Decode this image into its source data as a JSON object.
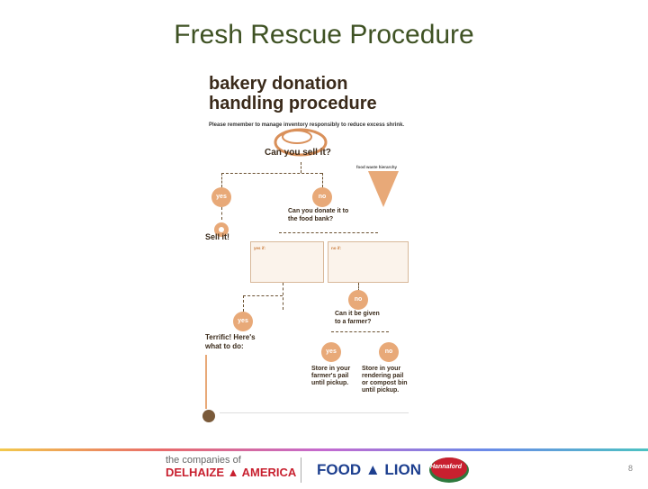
{
  "slide": {
    "title": "Fresh Rescue Procedure",
    "page_number": "8"
  },
  "poster": {
    "heading_line1": "bakery donation",
    "heading_line2": "handling procedure",
    "subheading": "Please remember to manage inventory responsibly to reduce excess shrink.",
    "question1": "Can you sell it?",
    "yes1": "yes",
    "no1": "no",
    "sell_it": "Sell it!",
    "question2_line1": "Can you donate it to",
    "question2_line2": "the food bank?",
    "yes_if": "yes if:",
    "no_if": "no if:",
    "no2": "no",
    "question3_line1": "Can it be given",
    "question3_line2": "to a farmer?",
    "yes2": "yes",
    "terrific_line1": "Terrific! Here's",
    "terrific_line2": "what to do:",
    "yes3": "yes",
    "no3": "no",
    "store_farmer_line1": "Store in your",
    "store_farmer_line2": "farmer's pail",
    "store_farmer_line3": "until pickup.",
    "store_render_line1": "Store in your",
    "store_render_line2": "rendering pail",
    "store_render_line3": "or compost bin",
    "store_render_line4": "until pickup.",
    "food_waste_title": "food waste hierarchy"
  },
  "footer": {
    "companies_of": "the companies of",
    "delhaize": "DELHAIZE",
    "america": "AMERICA",
    "food": "FOOD",
    "lion": "LION",
    "hannaford": "Hannaford"
  },
  "colors": {
    "title": "#3f5224",
    "accent": "#e8a978",
    "delhaize_red": "#c8202f",
    "food_lion_blue": "#1d3f8f"
  }
}
